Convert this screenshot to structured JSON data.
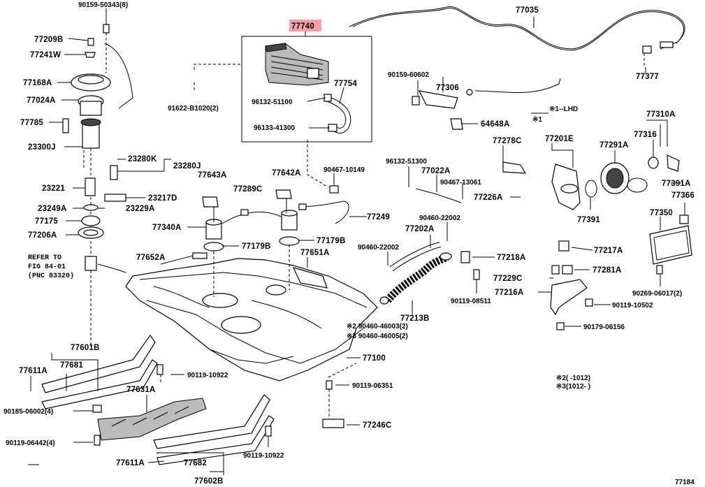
{
  "highlight_part": "77740",
  "labels": {
    "p90159_50343": "90159-50343(8)",
    "p77209B": "77209B",
    "p77241W": "77241W",
    "p77168A": "77168A",
    "p77024A": "77024A",
    "p77785": "77785",
    "p23300J": "23300J",
    "p23280K": "23280K",
    "p23280J": "23280J",
    "p23221": "23221",
    "p23217D": "23217D",
    "p23249A": "23249A",
    "p23229A": "23229A",
    "p77175": "77175",
    "p77206A": "77206A",
    "refer_note": [
      "REFER TO",
      "FIG 84-01",
      "(PNC 83320)"
    ],
    "p77740": "77740",
    "p77035": "77035",
    "p77754": "77754",
    "p96132_51100": "96132-51100",
    "p96133_41300": "96133-41300",
    "p91622_B1020": "91622-B1020(2)",
    "p90159_60602": "90159-60602",
    "p77306": "77306",
    "p64648A": "64648A",
    "p77377": "77377",
    "lhd_note": "※1--LHD",
    "mark1": "※1",
    "p77310A": "77310A",
    "p77316": "77316",
    "p77291A": "77291A",
    "p77391A": "77391A",
    "p77366": "77366",
    "p77391": "77391",
    "p77350": "77350",
    "p77278C": "77278C",
    "p77201E": "77201E",
    "p96132_51300": "96132-51300",
    "p90467_10149": "90467-10149",
    "p77022A": "77022A",
    "p90467_13061": "90467-13061",
    "p77226A": "77226A",
    "p77643A": "77643A",
    "p77642A": "77642A",
    "p77289C": "77289C",
    "p77249": "77249",
    "p77340A": "77340A",
    "p77179B_a": "77179B",
    "p77179B_b": "77179B",
    "p90460_22002_a": "90460-22002",
    "p77202A": "77202A",
    "p90460_22002_b": "90460-22002",
    "p77218A": "77218A",
    "p77217A": "77217A",
    "p77652A": "77652A",
    "p77651A": "77651A",
    "p77229C": "77229C",
    "p77281A": "77281A",
    "p77216A": "77216A",
    "p90119_08511": "90119-08511",
    "p90119_10502": "90119-10502",
    "p90269_06017": "90269-06017(2)",
    "p90460_46003": "※2 90460-46003(2)",
    "p90460_46005": "※3 90460-46005(2)",
    "p77213B": "77213B",
    "p90179_06156": "90179-06156",
    "p77100": "77100",
    "p77601B": "77601B",
    "p77611A_a": "77611A",
    "p77681": "77681",
    "p90119_10922_a": "90119-10922",
    "p90119_06351": "90119-06351",
    "p77631A": "77631A",
    "p90185_06002": "90185-06002(4)",
    "p77246C": "77246C",
    "p90119_06442": "90119-06442(4)",
    "p77611A_b": "77611A",
    "p77682": "77682",
    "p90119_10922_b": "90119-10922",
    "p77602B": "77602B",
    "note2": "※2(   -1012)",
    "note3": "※3(1012-   )",
    "fig_no": "77184"
  }
}
